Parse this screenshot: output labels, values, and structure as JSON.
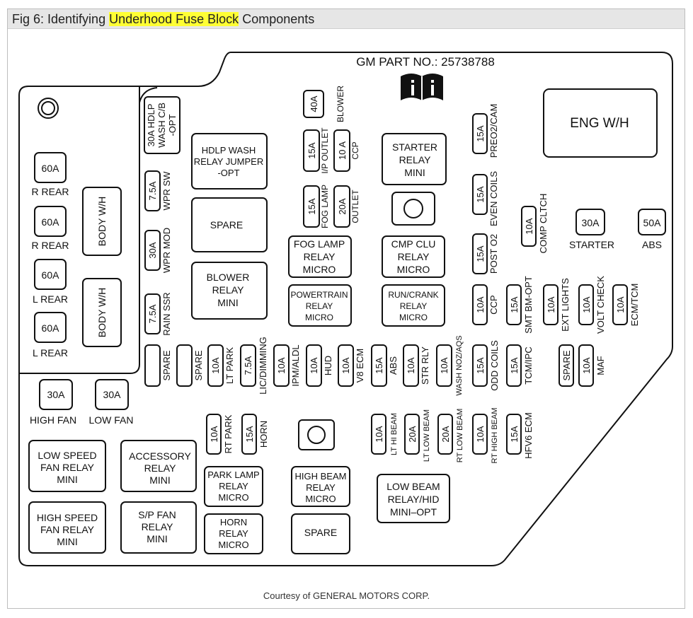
{
  "caption": {
    "prefix": "Fig 6: Identifying ",
    "highlight": "Underhood Fuse Block",
    "suffix": " Components"
  },
  "header": {
    "part_no": "GM PART NO.: 25738788"
  },
  "credit": "Courtesy of GENERAL MOTORS CORP.",
  "colors": {
    "highlight": "#ffff33",
    "ink": "#111111",
    "caption_bar": "#e6e6e6"
  },
  "fuses": {
    "r_rear_1": {
      "val": "60A",
      "label": "R REAR"
    },
    "r_rear_2": {
      "val": "60A",
      "label": "R REAR"
    },
    "l_rear_1": {
      "val": "60A",
      "label": "L REAR"
    },
    "l_rear_2": {
      "val": "60A",
      "label": "L REAR"
    },
    "high_fan": {
      "val": "30A",
      "label": "HIGH FAN"
    },
    "low_fan": {
      "val": "30A",
      "label": "LOW FAN"
    },
    "starter": {
      "val": "30A",
      "label": "STARTER"
    },
    "abs_50": {
      "val": "50A",
      "label": "ABS"
    },
    "hdlp_wash_cb": {
      "v1": "30A HDLP",
      "v2": "WASH C/B",
      "v3": "-OPT"
    },
    "wpr_sw": {
      "val": "7.5A",
      "label": "WPR SW"
    },
    "wpr_mod": {
      "val": "30A",
      "label": "WPR MOD"
    },
    "rain_ssr": {
      "val": "7.5A",
      "label": "RAIN SSR"
    },
    "blower_40": {
      "val": "40A",
      "label": "BLOWER"
    },
    "ip_outlet": {
      "val": "15A",
      "label": "I/P OUTLET"
    },
    "ccp_top": {
      "val": "10 A",
      "label": "CCP"
    },
    "fog_lamp": {
      "val": "15A",
      "label": "FOG LAMP"
    },
    "outlet": {
      "val": "20A",
      "label": "OUTLET"
    },
    "preo2_cam": {
      "val": "15A",
      "label": "PREO2/CAM"
    },
    "even_coils": {
      "val": "15A",
      "label": "EVEN COILS"
    },
    "comp_cltch": {
      "val": "10A",
      "label": "COMP CLTCH"
    },
    "post_o2": {
      "val": "15A",
      "label": "POST O2"
    },
    "ccp_mid": {
      "val": "10A",
      "label": "CCP"
    },
    "smt_bm": {
      "val": "15A",
      "label": "SMT BM-OPT"
    },
    "ext_lights": {
      "val": "10A",
      "label": "EXT LIGHTS"
    },
    "volt_check": {
      "val": "10A",
      "label": "VOLT CHECK"
    },
    "ecm_tcm": {
      "val": "10A",
      "label": "ECM/TCM"
    },
    "spare_a": {
      "label": "SPARE"
    },
    "spare_b": {
      "label": "SPARE"
    },
    "lt_park": {
      "val": "10A",
      "label": "LT PARK"
    },
    "lic_dimming": {
      "val": "7.5A",
      "label": "LIC/DIMMING"
    },
    "ipm_aldl": {
      "val": "10A",
      "label": "IPM/ALDL"
    },
    "hud": {
      "val": "10A",
      "label": "HUD"
    },
    "v8_ecm": {
      "val": "10A",
      "label": "V8 ECM"
    },
    "abs_15": {
      "val": "15A",
      "label": "ABS"
    },
    "str_rly": {
      "val": "10A",
      "label": "STR RLY"
    },
    "wash_noz": {
      "val": "10A",
      "label": "WASH NOZ/AQS"
    },
    "odd_coils": {
      "val": "15A",
      "label": "ODD COILS"
    },
    "tcm_ipc": {
      "val": "15A",
      "label": "TCM/IPC"
    },
    "spare_c": {
      "label": "SPARE"
    },
    "maf": {
      "val": "10A",
      "label": "MAF"
    },
    "rt_park": {
      "val": "10A",
      "label": "RT PARK"
    },
    "horn": {
      "val": "15A",
      "label": "HORN"
    },
    "lt_hi_beam": {
      "val": "10A",
      "label": "LT HI BEAM"
    },
    "lt_low_beam": {
      "val": "20A",
      "label": "LT LOW BEAM"
    },
    "rt_low_beam": {
      "val": "20A",
      "label": "RT LOW BEAM"
    },
    "rt_high_beam": {
      "val": "10A",
      "label": "RT HIGH BEAM"
    },
    "hfv6_ecm": {
      "val": "15A",
      "label": "HFV6 ECM"
    }
  },
  "relays": {
    "body_wh_1": "BODY W/H",
    "body_wh_2": "BODY W/H",
    "eng_wh": "ENG W/H",
    "hdlp_wash": [
      "HDLP WASH",
      "RELAY JUMPER",
      "-OPT"
    ],
    "spare_1": [
      "SPARE"
    ],
    "blower": [
      "BLOWER",
      "RELAY",
      "MINI"
    ],
    "starter": [
      "STARTER",
      "RELAY",
      "MINI"
    ],
    "fog_lamp": [
      "FOG LAMP",
      "RELAY",
      "MICRO"
    ],
    "cmp_clu": [
      "CMP CLU",
      "RELAY",
      "MICRO"
    ],
    "powertrain": [
      "POWERTRAIN",
      "RELAY",
      "MICRO"
    ],
    "run_crank": [
      "RUN/CRANK",
      "RELAY",
      "MICRO"
    ],
    "low_speed_fan": [
      "LOW SPEED",
      "FAN RELAY",
      "MINI"
    ],
    "accessory": [
      "ACCESSORY",
      "RELAY",
      "MINI"
    ],
    "high_speed_fan": [
      "HIGH SPEED",
      "FAN RELAY",
      "MINI"
    ],
    "sp_fan": [
      "S/P FAN",
      "RELAY",
      "MINI"
    ],
    "park_lamp": [
      "PARK LAMP",
      "RELAY",
      "MICRO"
    ],
    "high_beam": [
      "HIGH BEAM",
      "RELAY",
      "MICRO"
    ],
    "horn": [
      "HORN",
      "RELAY",
      "MICRO"
    ],
    "spare_2": [
      "SPARE"
    ],
    "low_beam": [
      "LOW BEAM",
      "RELAY/HID",
      "MINI–OPT"
    ]
  }
}
